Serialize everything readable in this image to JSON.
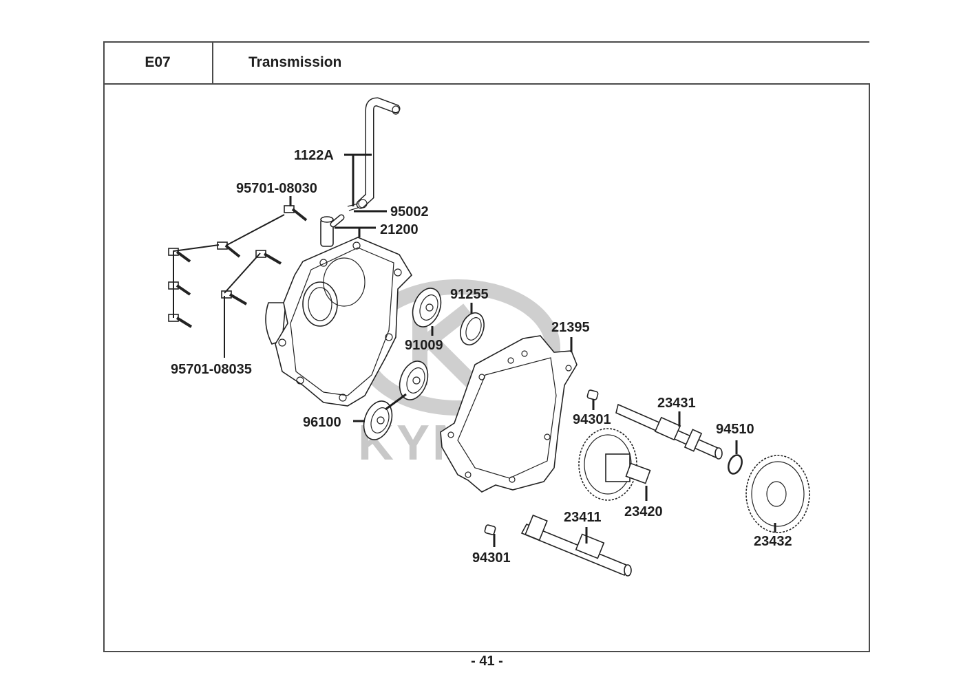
{
  "header": {
    "section_code": "E07",
    "section_title": "Transmission"
  },
  "watermark": {
    "brand_text": "KYMCO",
    "color": "#c8c8c8"
  },
  "parts": [
    {
      "id": "1122A",
      "description": "breather tube"
    },
    {
      "id": "95002",
      "description": "clip"
    },
    {
      "id": "21200",
      "description": "transmission case"
    },
    {
      "id": "95701-08030",
      "description": "flange bolt"
    },
    {
      "id": "95701-08035",
      "description": "flange bolt"
    },
    {
      "id": "91255",
      "description": "oil seal"
    },
    {
      "id": "91009",
      "description": "bearing"
    },
    {
      "id": "96100",
      "description": "bearing"
    },
    {
      "id": "21395",
      "description": "gasket"
    },
    {
      "id": "94301",
      "description": "dowel pin (upper)"
    },
    {
      "id": "94301",
      "description": "dowel pin (lower)"
    },
    {
      "id": "23431",
      "description": "countershaft"
    },
    {
      "id": "94510",
      "description": "circlip"
    },
    {
      "id": "23420",
      "description": "counter gear"
    },
    {
      "id": "23432",
      "description": "final gear"
    },
    {
      "id": "23411",
      "description": "drive shaft"
    }
  ],
  "footer": {
    "page_number": "- 41 -"
  }
}
